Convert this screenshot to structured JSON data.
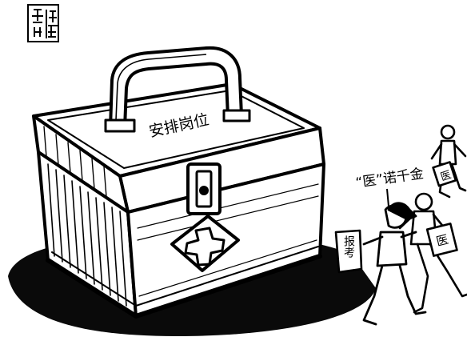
{
  "illustration": {
    "case_label": "安排岗位",
    "caption": "“医”诺千金",
    "sign_left": "报考",
    "sign_right_top": "医",
    "sign_right_bottom": "医"
  },
  "colors": {
    "ink": "#000000",
    "paper": "#ffffff",
    "shadow": "#0a0a0a"
  }
}
